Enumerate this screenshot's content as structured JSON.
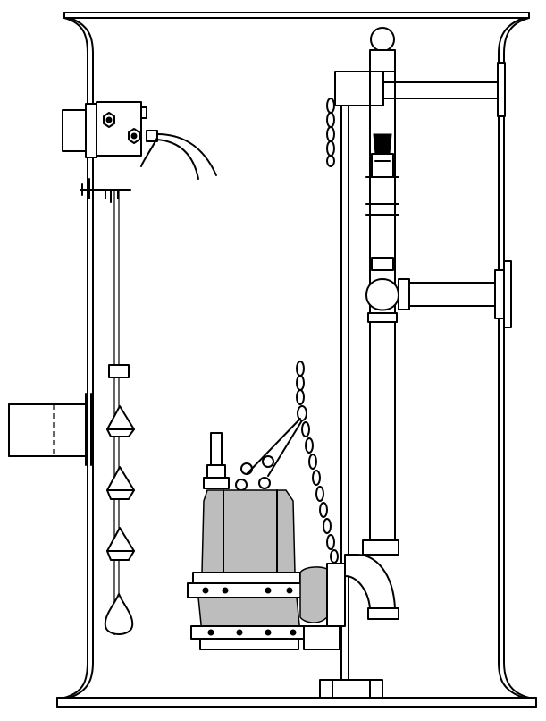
{
  "diagram": {
    "components": [
      {
        "name": "basin",
        "icon": "basin-outline-icon"
      },
      {
        "name": "control-box",
        "icon": "junction-box-icon"
      },
      {
        "name": "float-switches",
        "icon": "float-switch-icon",
        "count": 4
      },
      {
        "name": "inlet-pipe",
        "icon": "inlet-pipe-icon"
      },
      {
        "name": "submersible-pump",
        "icon": "grinder-pump-icon"
      },
      {
        "name": "lifting-chain",
        "icon": "chain-icon"
      },
      {
        "name": "rail-guide",
        "icon": "guide-rail-icon"
      },
      {
        "name": "discharge-pipe",
        "icon": "discharge-pipe-icon"
      },
      {
        "name": "check-valve",
        "icon": "check-valve-icon"
      },
      {
        "name": "gate-valve",
        "icon": "valve-icon"
      },
      {
        "name": "outlet-flange",
        "icon": "flange-icon"
      }
    ],
    "colors": {
      "line": "#000000",
      "background": "#ffffff",
      "fill": "#bdbdbd"
    }
  }
}
